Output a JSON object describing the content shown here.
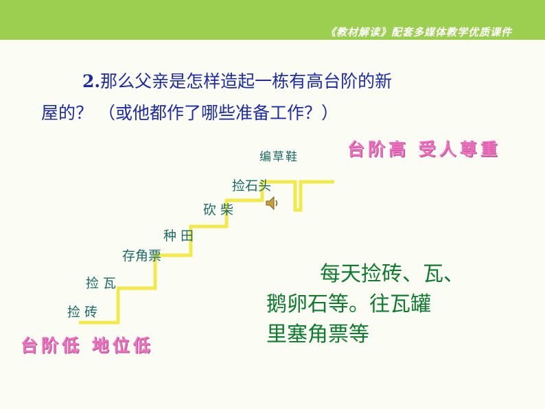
{
  "header": {
    "brand": "《教材解读》配套多媒体教学优质课件"
  },
  "question": {
    "number": "2.",
    "line1": "那么父亲是怎样造起一栋有高台阶的新",
    "line2": "屋的？ （或他都作了哪些准备工作？）"
  },
  "steps": [
    "捡 砖",
    "捡 瓦",
    "存角票",
    "种 田",
    "砍 柴",
    "捡石头",
    "编草鞋"
  ],
  "labels": {
    "high": "台阶高 受人尊重",
    "low": "台阶低 地位低"
  },
  "note": {
    "line1": "每天捡砖、瓦、",
    "line2": "鹅卵石等。往瓦罐",
    "line3": "里塞角票等"
  },
  "colors": {
    "topbar": "#9ccf4f",
    "question": "#1c2aa8",
    "steps": "#1a6a62",
    "pink": "#f070c0",
    "note": "#0e7a2e",
    "stairs": "#f2ea4a"
  },
  "icons": {
    "speaker": "speaker-icon"
  }
}
